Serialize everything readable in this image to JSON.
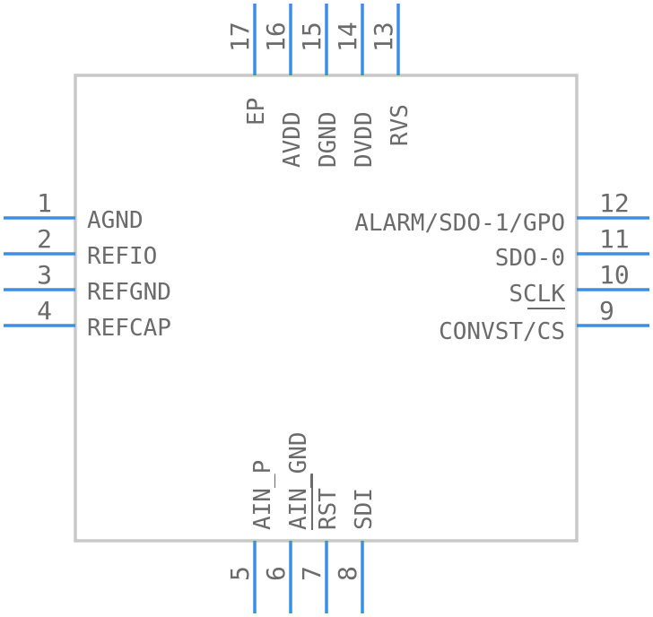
{
  "pins": {
    "p1": {
      "num": "1",
      "name": "AGND"
    },
    "p2": {
      "num": "2",
      "name": "REFIO"
    },
    "p3": {
      "num": "3",
      "name": "REFGND"
    },
    "p4": {
      "num": "4",
      "name": "REFCAP"
    },
    "p5": {
      "num": "5",
      "name": "AIN_P"
    },
    "p6": {
      "num": "6",
      "name": "AIN_GND"
    },
    "p7": {
      "num": "7",
      "name": "RST"
    },
    "p8": {
      "num": "8",
      "name": "SDI"
    },
    "p9": {
      "num": "9",
      "name": "CONVST/CS"
    },
    "p10": {
      "num": "10",
      "name": "SCLK"
    },
    "p11": {
      "num": "11",
      "name": "SDO-0"
    },
    "p12": {
      "num": "12",
      "name": "ALARM/SDO-1/GPO"
    },
    "p13": {
      "num": "13",
      "name": "RVS"
    },
    "p14": {
      "num": "14",
      "name": "DVDD"
    },
    "p15": {
      "num": "15",
      "name": "DGND"
    },
    "p16": {
      "num": "16",
      "name": "AVDD"
    },
    "p17": {
      "num": "17",
      "name": "EP"
    }
  },
  "colors": {
    "pin": "#3a8ee6",
    "body_outline": "#c8c8c8",
    "text": "#6b6b6b"
  }
}
